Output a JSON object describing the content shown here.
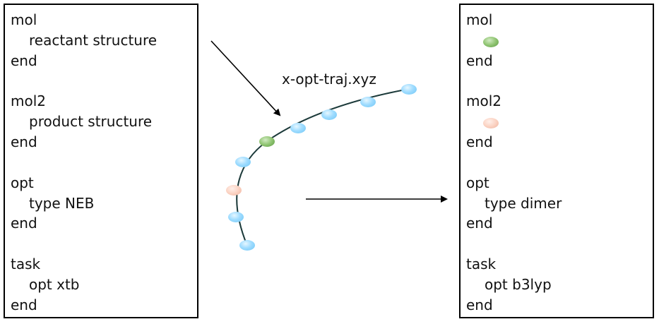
{
  "left_panel": {
    "lines": [
      "mol",
      "reactant structure",
      "end",
      "mol2",
      "product structure",
      "end",
      "opt",
      "type NEB",
      "end",
      "task",
      "opt xtb",
      "end"
    ]
  },
  "trajectory_label": "x-opt-traj.xyz",
  "right_panel": {
    "lines": [
      "mol",
      "end",
      "mol2",
      "end",
      "opt",
      "type dimer",
      "end",
      "task",
      "opt b3lyp",
      "end"
    ]
  },
  "colors": {
    "image_dot": "#9fdcff",
    "reactant_dot": "#8fc471",
    "product_dot": "#fbd3c3"
  },
  "path_images": [
    {
      "kind": "image"
    },
    {
      "kind": "image"
    },
    {
      "kind": "image"
    },
    {
      "kind": "image"
    },
    {
      "kind": "reactant"
    },
    {
      "kind": "image"
    },
    {
      "kind": "product"
    },
    {
      "kind": "image"
    },
    {
      "kind": "image"
    }
  ]
}
